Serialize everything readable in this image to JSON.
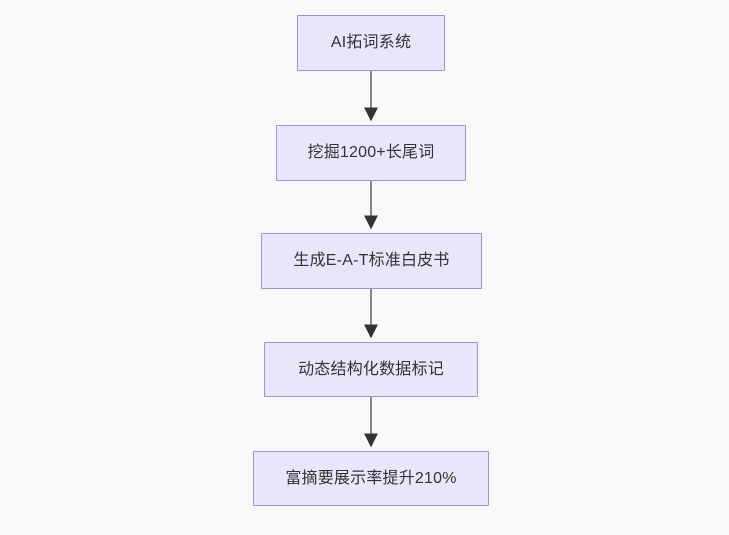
{
  "diagram": {
    "type": "flowchart",
    "direction": "top-to-bottom",
    "background_color": "#f8f8f8",
    "node_fill_color": "#e9e6fb",
    "node_border_color": "#a98fd9",
    "node_text_color": "#333333",
    "edge_color": "#858585",
    "arrowhead_color": "#333333",
    "nodes": [
      {
        "id": "n1",
        "label": "AI拓词系统"
      },
      {
        "id": "n2",
        "label": "挖掘1200+长尾词"
      },
      {
        "id": "n3",
        "label": "生成E-A-T标准白皮书"
      },
      {
        "id": "n4",
        "label": "动态结构化数据标记"
      },
      {
        "id": "n5",
        "label": "富摘要展示率提升210%"
      }
    ],
    "edges": [
      {
        "from": "n1",
        "to": "n2",
        "label": ""
      },
      {
        "from": "n2",
        "to": "n3",
        "label": ""
      },
      {
        "from": "n3",
        "to": "n4",
        "label": ""
      },
      {
        "from": "n4",
        "to": "n5",
        "label": ""
      }
    ]
  }
}
